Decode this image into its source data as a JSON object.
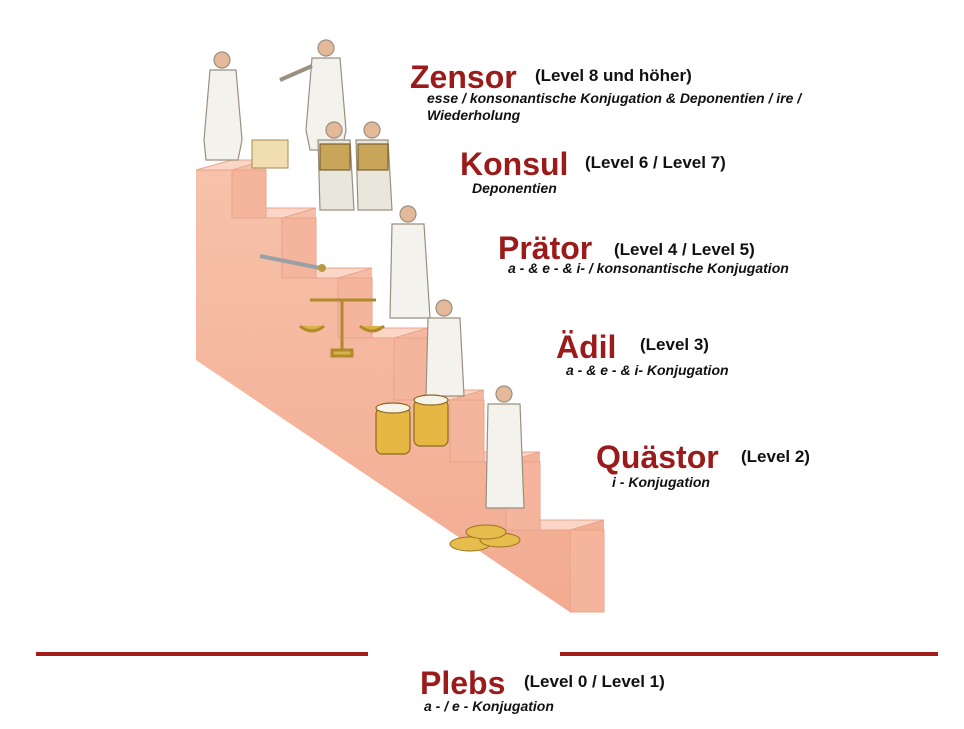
{
  "ranks": {
    "zensor": {
      "name": "Zensor",
      "level": "(Level 8 und höher)",
      "subtitle": "esse / konsonantische Konjugation & Deponentien / ire / Wiederholung"
    },
    "konsul": {
      "name": "Konsul",
      "level": "(Level 6 / Level 7)",
      "subtitle": "Deponentien"
    },
    "praetor": {
      "name": "Prätor",
      "level": "(Level 4 / Level 5)",
      "subtitle": "a - & e - & i- / konsonantische Konjugation"
    },
    "aedil": {
      "name": "Ädil",
      "level": "(Level 3)",
      "subtitle": "a - & e - & i- Konjugation"
    },
    "quaestor": {
      "name": "Quästor",
      "level": "(Level 2)",
      "subtitle": "i - Konjugation"
    },
    "plebs": {
      "name": "Plebs",
      "level": "(Level 0 / Level 1)",
      "subtitle": "a - / e - Konjugation"
    }
  },
  "colors": {
    "accent": "#9b1b1b",
    "stair_front": "#f4b49c",
    "stair_top": "#fbd3c2",
    "stair_side": "#e89a82"
  }
}
